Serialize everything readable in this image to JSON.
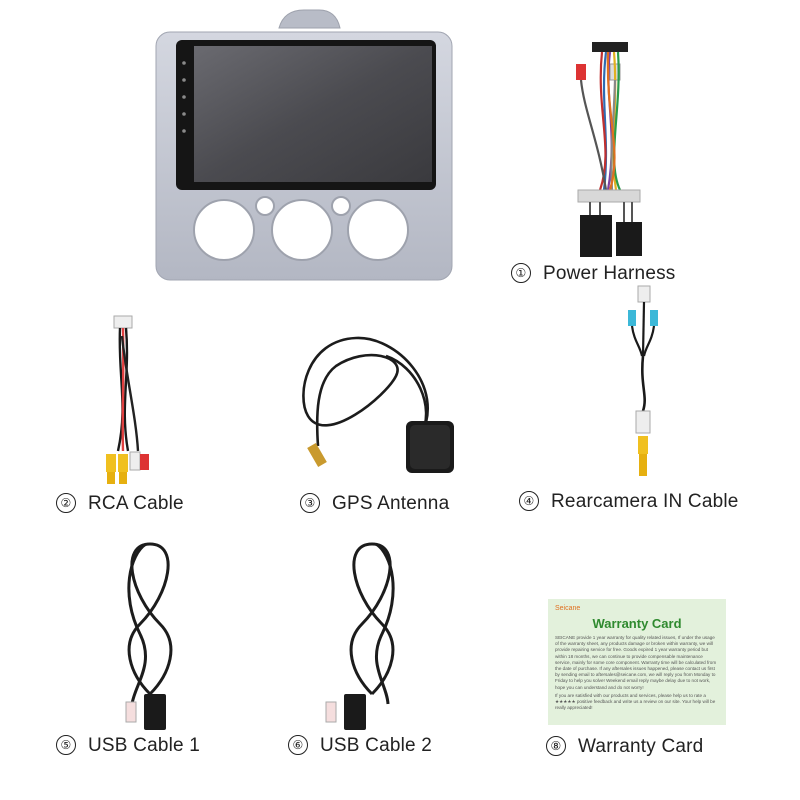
{
  "items": [
    {
      "num": "①",
      "label": "Power Harness"
    },
    {
      "num": "②",
      "label": "RCA Cable"
    },
    {
      "num": "③",
      "label": "GPS Antenna"
    },
    {
      "num": "④",
      "label": "Rearcamera IN Cable"
    },
    {
      "num": "⑤",
      "label": "USB Cable 1"
    },
    {
      "num": "⑥",
      "label": "USB Cable 2"
    },
    {
      "num": "⑧",
      "label": "Warranty Card"
    }
  ],
  "warranty_card": {
    "brand": "Seicane",
    "title": "Warranty Card",
    "body_1": "SEICANE provide 1 year warranty for quality related issues, If under the usage of the warranty sheet, any products damage or broken within warranty, we will provide repairing service for free. Goods expired 1 year warranty period but within 18 months, we can continue to provide compensable maintenance service, mainly for some core component. Warranty time will be calculated from the date of purchase. If any aftersales issues happened, please contact us first by sending email to aftersales@seicane.com, we will reply you from Monday to Friday to help you solve! Weekend email reply maybe delay due to not work, hope you can understand and do not worry!",
    "body_2": "If you are satisfied with our products and services, please help us to rate a ★★★★★ positive feedback and write us a review on our site. Your help will be really appreciated!"
  },
  "colors": {
    "panel": "#c9ccd6",
    "screen": "#4a4a4e",
    "cable": "#1c1c1c",
    "card_bg": "#e3f1dc",
    "card_title": "#2f8a2f"
  }
}
